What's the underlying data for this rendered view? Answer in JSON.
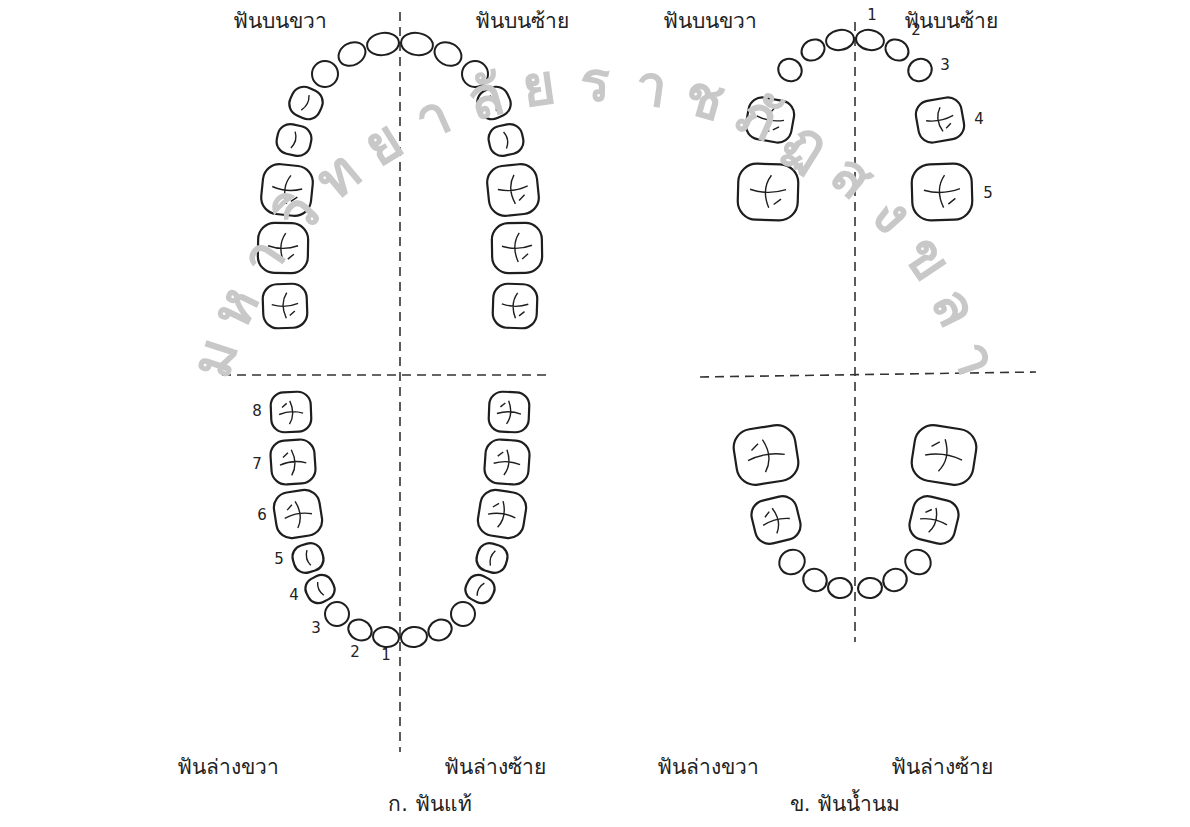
{
  "diagram": {
    "labels": [
      "ฟันบนขวา",
      "ฟันบนซ้าย",
      "ฟันบนขวา",
      "ฟันบนซ้าย",
      "1",
      "2",
      "3",
      "4",
      "5",
      "8",
      "7",
      "6",
      "5",
      "4",
      "3",
      "2",
      "1",
      "ฟันล่างขวา",
      "ฟันล่างซ้าย",
      "ฟันล่างขวา",
      "ฟันล่างซ้าย",
      "ก. ฟันแท้",
      "ข. ฟันน้ำนม",
      "มหาวิทยาลัยราชภัฏสงขลา"
    ]
  }
}
